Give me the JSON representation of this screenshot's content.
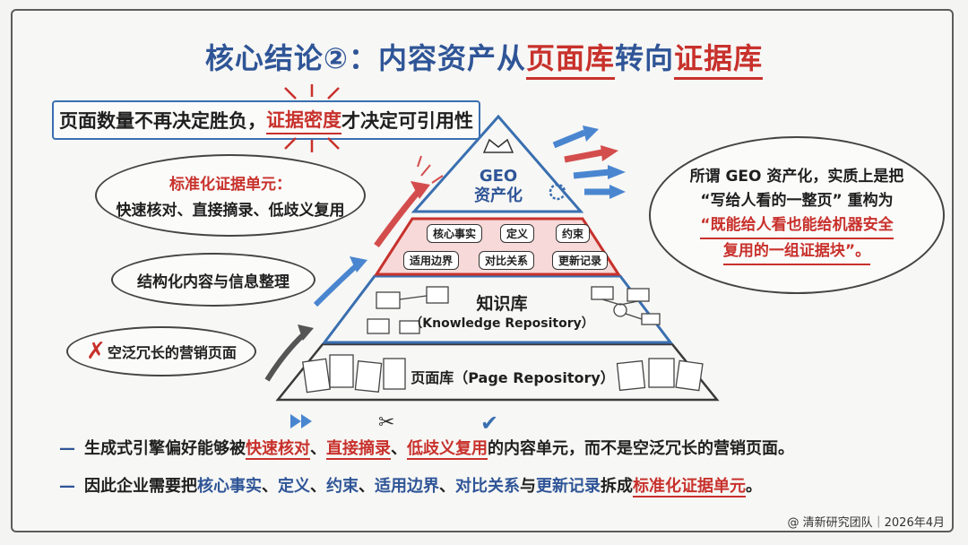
{
  "title": {
    "prefix": "核心结论②：内容资产从",
    "hl1": "页面库",
    "mid": "转向",
    "hl2": "证据库"
  },
  "tagline": {
    "pre": "页面数量不再决定胜负，",
    "red": "证据密度",
    "post": "才决定可引用性"
  },
  "clouds": {
    "standard_head": "标准化证据单元：",
    "standard_body": "快速核对、直接摘录、低歧义复用",
    "structured": "结构化内容与信息整理",
    "verbose": "空泛冗长的营销页面",
    "right_l1": "所谓 GEO 资产化，实质上是把",
    "right_l2": "“写给人看的一整页” 重构为",
    "right_l3": "“既能给人看也能给机器安全",
    "right_l4": "复用的一组证据块”。"
  },
  "pyramid": {
    "top_l1": "GEO",
    "top_l2": "资产化",
    "chips": [
      "核心事实",
      "定义",
      "约束",
      "适用边界",
      "对比关系",
      "更新记录"
    ],
    "knowledge": "知识库",
    "knowledge_en": "（Knowledge Repository）",
    "page": "页面库（Page Repository）"
  },
  "bottom": {
    "l1": [
      "生成式引擎偏好能够被",
      "快速核对",
      "、",
      "直接摘录",
      "、",
      "低歧义复用",
      "的内容单元，而不是空泛冗长的营销页面。"
    ],
    "l2": [
      "因此企业需要把",
      "核心事实",
      "、",
      "定义",
      "、",
      "约束",
      "、",
      "适用边界",
      "、",
      "对比关系",
      "与",
      "更新记录",
      "拆成",
      "标准化证据单元",
      "。"
    ]
  },
  "credit": "@ 清新研究团队｜2026年4月",
  "colors": {
    "blue": "#2f5597",
    "red": "#c8312c",
    "tier_red": "#f6d9d8"
  }
}
